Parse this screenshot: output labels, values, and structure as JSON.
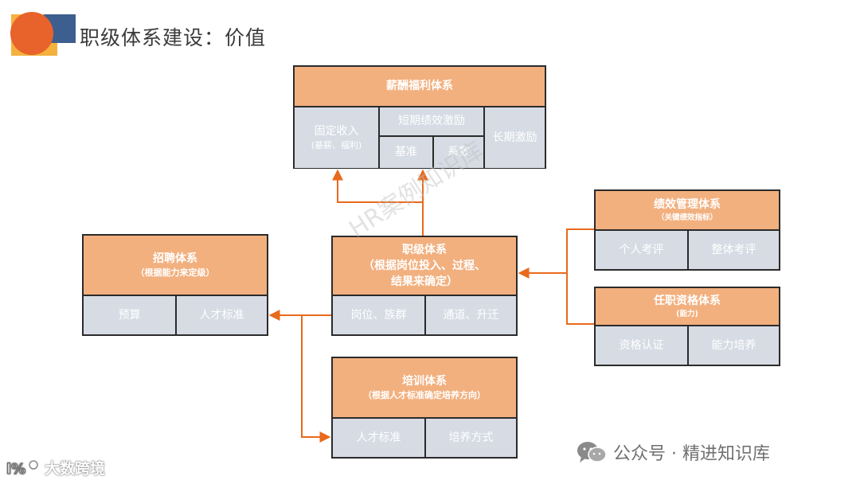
{
  "title": "职级体系建设：价值",
  "compensation": {
    "title": "薪酬福利体系",
    "fixed_income": "固定收入",
    "fixed_income_note": "(基薪、福利)",
    "short_term": "短期绩效激励",
    "base": "基准",
    "coefficient": "系数",
    "long_term": "长期激励"
  },
  "performance": {
    "title": "绩效管理体系",
    "note": "（关键绩效指标）",
    "individual": "个人考评",
    "overall": "整体考评"
  },
  "qualification": {
    "title": "任职资格体系",
    "note": "(能力)",
    "certification": "资格认证",
    "training": "能力培养"
  },
  "grade": {
    "title": "职级体系",
    "note_line1": "（根据岗位投入、过程、",
    "note_line2": "结果来确定）",
    "position": "岗位、族群",
    "channel": "通道、升迁"
  },
  "recruitment": {
    "title": "招聘体系",
    "note": "（根据能力来定级）",
    "budget": "预算",
    "talent_standard": "人才标准"
  },
  "training": {
    "title": "培训体系",
    "note": "（根据人才标准确定培养方向）",
    "talent_standard": "人才标准",
    "method": "培养方式"
  },
  "watermark": "HR案例知识库",
  "wechat_label": "公众号 · 精进知识库",
  "brand": "大数跨境",
  "colors": {
    "header": "#f2b07f",
    "body": "#d6dbe4",
    "arrow": "#e86a1c"
  }
}
